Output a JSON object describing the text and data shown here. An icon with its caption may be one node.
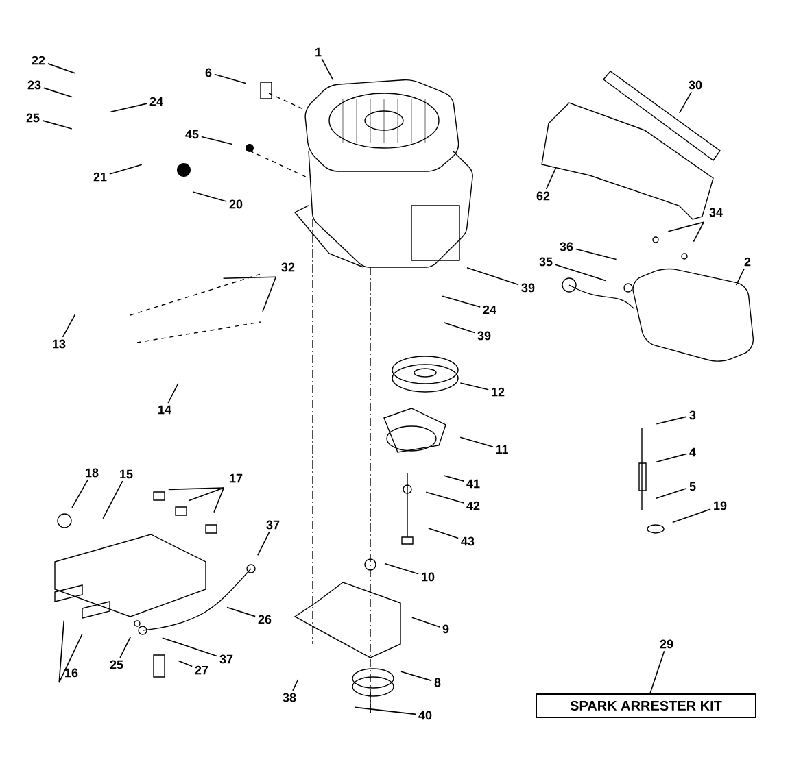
{
  "diagram": {
    "nodes": [
      {
        "text": [
          "22"
        ]
      },
      {
        "text": [
          "6"
        ]
      },
      {
        "text": [
          "1"
        ]
      },
      {
        "text": [
          "30"
        ]
      },
      {
        "text": [
          "23"
        ]
      },
      {
        "text": [
          "24"
        ]
      },
      {
        "text": [
          "25"
        ]
      },
      {
        "text": [
          "45"
        ]
      },
      {
        "text": [
          "21"
        ]
      },
      {
        "text": [
          "62"
        ]
      },
      {
        "text": [
          "20"
        ]
      },
      {
        "text": [
          "34"
        ]
      },
      {
        "text": [
          "36"
        ]
      },
      {
        "text": [
          "35"
        ]
      },
      {
        "text": [
          "2"
        ]
      },
      {
        "text": [
          "32"
        ]
      },
      {
        "text": [
          "39"
        ]
      },
      {
        "text": [
          "24"
        ]
      },
      {
        "text": [
          "39"
        ]
      },
      {
        "text": [
          "13"
        ]
      },
      {
        "text": [
          "12"
        ]
      },
      {
        "text": [
          "14"
        ]
      },
      {
        "text": [
          "3"
        ]
      },
      {
        "text": [
          "11"
        ]
      },
      {
        "text": [
          "4"
        ]
      },
      {
        "text": [
          "18"
        ]
      },
      {
        "text": [
          "15"
        ]
      },
      {
        "text": [
          "17"
        ]
      },
      {
        "text": [
          "41"
        ]
      },
      {
        "text": [
          "5"
        ]
      },
      {
        "text": [
          "42"
        ]
      },
      {
        "text": [
          "19"
        ]
      },
      {
        "text": [
          "37"
        ]
      },
      {
        "text": [
          "43"
        ]
      },
      {
        "text": [
          "10"
        ]
      },
      {
        "text": [
          "26"
        ]
      },
      {
        "text": [
          "9"
        ]
      },
      {
        "text": [
          "29"
        ]
      },
      {
        "text": [
          "37"
        ]
      },
      {
        "text": [
          "25"
        ]
      },
      {
        "text": [
          "27"
        ]
      },
      {
        "text": [
          "16"
        ]
      },
      {
        "text": [
          "8"
        ]
      },
      {
        "text": [
          "38"
        ]
      },
      {
        "text": [
          "SPARK ARRESTER KIT"
        ]
      },
      {
        "text": [
          "40"
        ]
      }
    ],
    "edges": [
      {
        "from": 0,
        "to": null,
        "arrow": "none"
      },
      {
        "from": 1,
        "to": null,
        "arrow": "none"
      },
      {
        "from": 2,
        "to": null,
        "arrow": "none"
      },
      {
        "from": 3,
        "to": null,
        "arrow": "none"
      },
      {
        "from": 4,
        "to": null,
        "arrow": "none"
      },
      {
        "from": 5,
        "to": null,
        "arrow": "none"
      },
      {
        "from": 6,
        "to": null,
        "arrow": "none"
      },
      {
        "from": 7,
        "to": null,
        "arrow": "none"
      },
      {
        "from": 8,
        "to": null,
        "arrow": "none"
      },
      {
        "from": 9,
        "to": null,
        "arrow": "none"
      },
      {
        "from": 10,
        "to": null,
        "arrow": "none"
      },
      {
        "from": 11,
        "to": null,
        "arrow": "none"
      },
      {
        "from": 11,
        "to": null,
        "arrow": "none"
      },
      {
        "from": 12,
        "to": null,
        "arrow": "none"
      },
      {
        "from": 13,
        "to": null,
        "arrow": "none"
      },
      {
        "from": 14,
        "to": null,
        "arrow": "none"
      },
      {
        "from": 15,
        "to": null,
        "arrow": "none"
      },
      {
        "from": 15,
        "to": null,
        "arrow": "none"
      },
      {
        "from": 16,
        "to": null,
        "arrow": "none"
      },
      {
        "from": 17,
        "to": null,
        "arrow": "none"
      },
      {
        "from": 18,
        "to": null,
        "arrow": "none"
      },
      {
        "from": 19,
        "to": null,
        "arrow": "none"
      },
      {
        "from": 20,
        "to": null,
        "arrow": "none"
      },
      {
        "from": 21,
        "to": null,
        "arrow": "none"
      },
      {
        "from": 22,
        "to": null,
        "arrow": "none"
      },
      {
        "from": 23,
        "to": null,
        "arrow": "none"
      },
      {
        "from": 24,
        "to": null,
        "arrow": "none"
      },
      {
        "from": 25,
        "to": null,
        "arrow": "none"
      },
      {
        "from": 26,
        "to": null,
        "arrow": "none"
      },
      {
        "from": 27,
        "to": null,
        "arrow": "none"
      },
      {
        "from": 27,
        "to": null,
        "arrow": "none"
      },
      {
        "from": 27,
        "to": null,
        "arrow": "none"
      },
      {
        "from": 28,
        "to": null,
        "arrow": "none"
      },
      {
        "from": 29,
        "to": null,
        "arrow": "none"
      },
      {
        "from": 30,
        "to": null,
        "arrow": "none"
      },
      {
        "from": 31,
        "to": null,
        "arrow": "none"
      },
      {
        "from": 32,
        "to": null,
        "arrow": "none"
      },
      {
        "from": 33,
        "to": null,
        "arrow": "none"
      },
      {
        "from": 34,
        "to": null,
        "arrow": "none"
      },
      {
        "from": 35,
        "to": null,
        "arrow": "none"
      },
      {
        "from": 36,
        "to": null,
        "arrow": "none"
      },
      {
        "from": 37,
        "to": 44,
        "arrow": "none"
      },
      {
        "from": 38,
        "to": null,
        "arrow": "none"
      },
      {
        "from": 39,
        "to": null,
        "arrow": "none"
      },
      {
        "from": 40,
        "to": null,
        "arrow": "none"
      },
      {
        "from": 41,
        "to": null,
        "arrow": "none"
      },
      {
        "from": 41,
        "to": null,
        "arrow": "none"
      },
      {
        "from": 42,
        "to": null,
        "arrow": "none"
      },
      {
        "from": 43,
        "to": null,
        "arrow": "none"
      },
      {
        "from": 45,
        "to": null,
        "arrow": "none"
      }
    ]
  }
}
